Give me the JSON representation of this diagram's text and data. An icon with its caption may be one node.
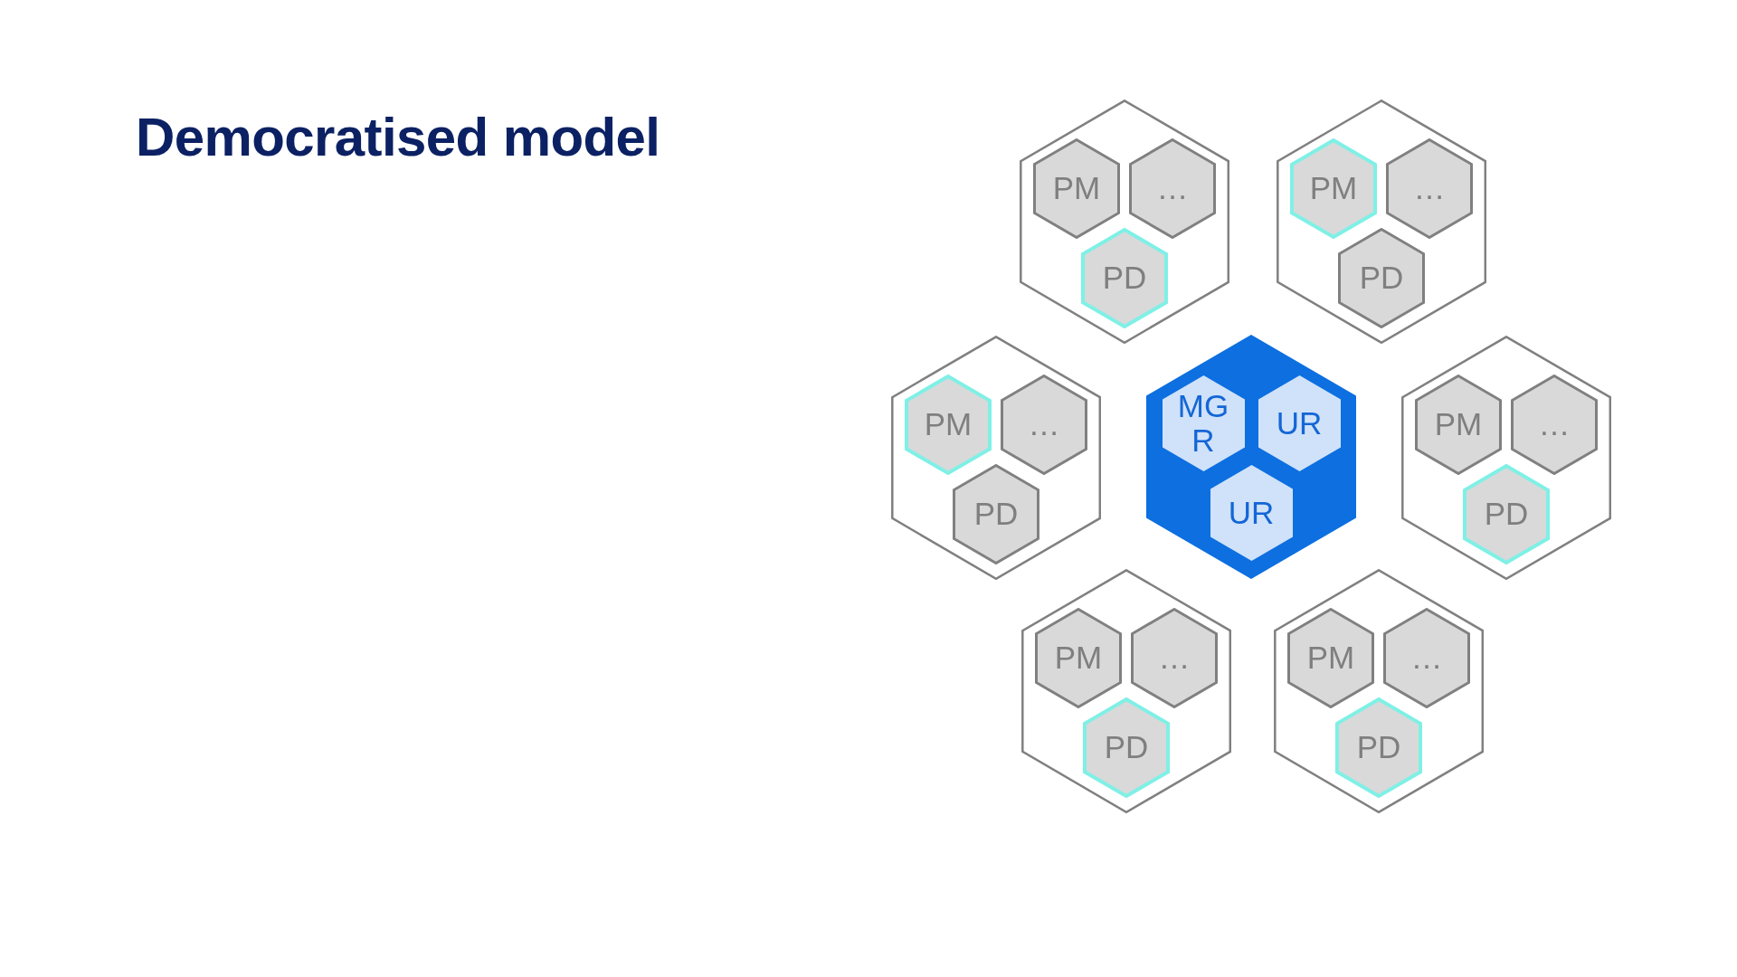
{
  "diagram": {
    "title": "Democratised model",
    "nodes": [
      {
        "text": [],
        "shape": "hexagon"
      },
      {
        "text": [
          "PM"
        ],
        "in": 0
      },
      {
        "text": [
          "…"
        ],
        "in": 0
      },
      {
        "text": [
          "PD"
        ],
        "in": 0
      },
      {
        "text": [],
        "shape": "hexagon"
      },
      {
        "text": [
          "PM"
        ],
        "in": 4
      },
      {
        "text": [
          "…"
        ],
        "in": 4
      },
      {
        "text": [
          "PD"
        ],
        "in": 4
      },
      {
        "text": [],
        "shape": "hexagon"
      },
      {
        "text": [
          "PM"
        ],
        "in": 8
      },
      {
        "text": [
          "…"
        ],
        "in": 8
      },
      {
        "text": [
          "PD"
        ],
        "in": 8
      },
      {
        "text": [],
        "shape": "hexagon"
      },
      {
        "text": [
          "MGR"
        ],
        "in": 12
      },
      {
        "text": [
          "UR"
        ],
        "in": 12
      },
      {
        "text": [
          "UR"
        ],
        "in": 12
      },
      {
        "text": [],
        "shape": "hexagon"
      },
      {
        "text": [
          "PM"
        ],
        "in": 16
      },
      {
        "text": [
          "…"
        ],
        "in": 16
      },
      {
        "text": [
          "PD"
        ],
        "in": 16
      },
      {
        "text": [],
        "shape": "hexagon"
      },
      {
        "text": [
          "PM"
        ],
        "in": 20
      },
      {
        "text": [
          "…"
        ],
        "in": 20
      },
      {
        "text": [
          "PD"
        ],
        "in": 20
      },
      {
        "text": [],
        "shape": "hexagon"
      },
      {
        "text": [
          "PM"
        ],
        "in": 24
      },
      {
        "text": [
          "…"
        ],
        "in": 24
      },
      {
        "text": [
          "PD"
        ],
        "in": 24
      }
    ]
  }
}
